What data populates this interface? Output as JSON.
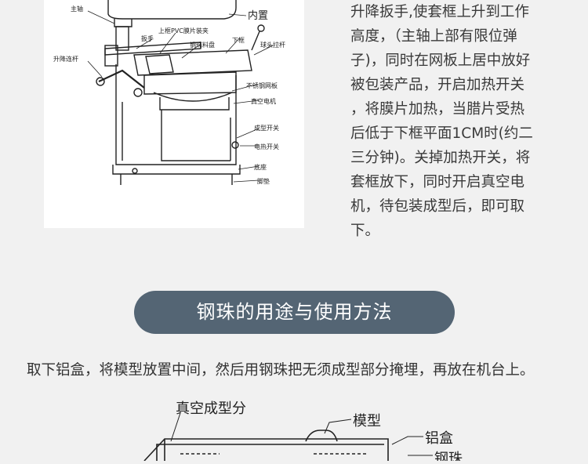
{
  "machine_diagram": {
    "labels": {
      "main_shaft": "主轴",
      "built_in": "内置",
      "handle": "扳手",
      "upper_frame_clip": "上框PVC膜片装夹",
      "steel_ball_box": "钢珠料盘",
      "lower_frame": "下框",
      "ball_rod": "球头拉杆",
      "lift_rod": "升降连杆",
      "stainless_mesh": "不锈钢网板",
      "vacuum_motor": "真空电机",
      "forming_switch": "成型开关",
      "heat_switch": "电热开关",
      "base": "底座",
      "foot_pad": "脚垫"
    }
  },
  "description_lines": [
    "升降扳手,使套框上升到工作",
    "高度，（主轴上部有限位弹",
    "子)，同时在网板上居中放好",
    "被包装产品，开启加热开关",
    "，将膜片加热，当腊片受热",
    "后低于下框平面1CM时(约二",
    "三分钟)。关掉加热开关，将",
    "套框放下，同时开启真空电",
    "机，待包装成型后，即可取",
    "下。"
  ],
  "section_title": "钢珠的用途与使用方法",
  "intro_text": "取下铝盒，将模型放置中间，然后用钢珠把无须成型部分掩埋，再放在机台上。",
  "tray_diagram": {
    "labels": {
      "vacuum_part": "真空成型分",
      "model": "模型",
      "aluminum_box": "铝盒",
      "steel_ball": "钢珠"
    }
  },
  "colors": {
    "pill_bg": "#546574",
    "page_bg": "#f1f1f1"
  }
}
